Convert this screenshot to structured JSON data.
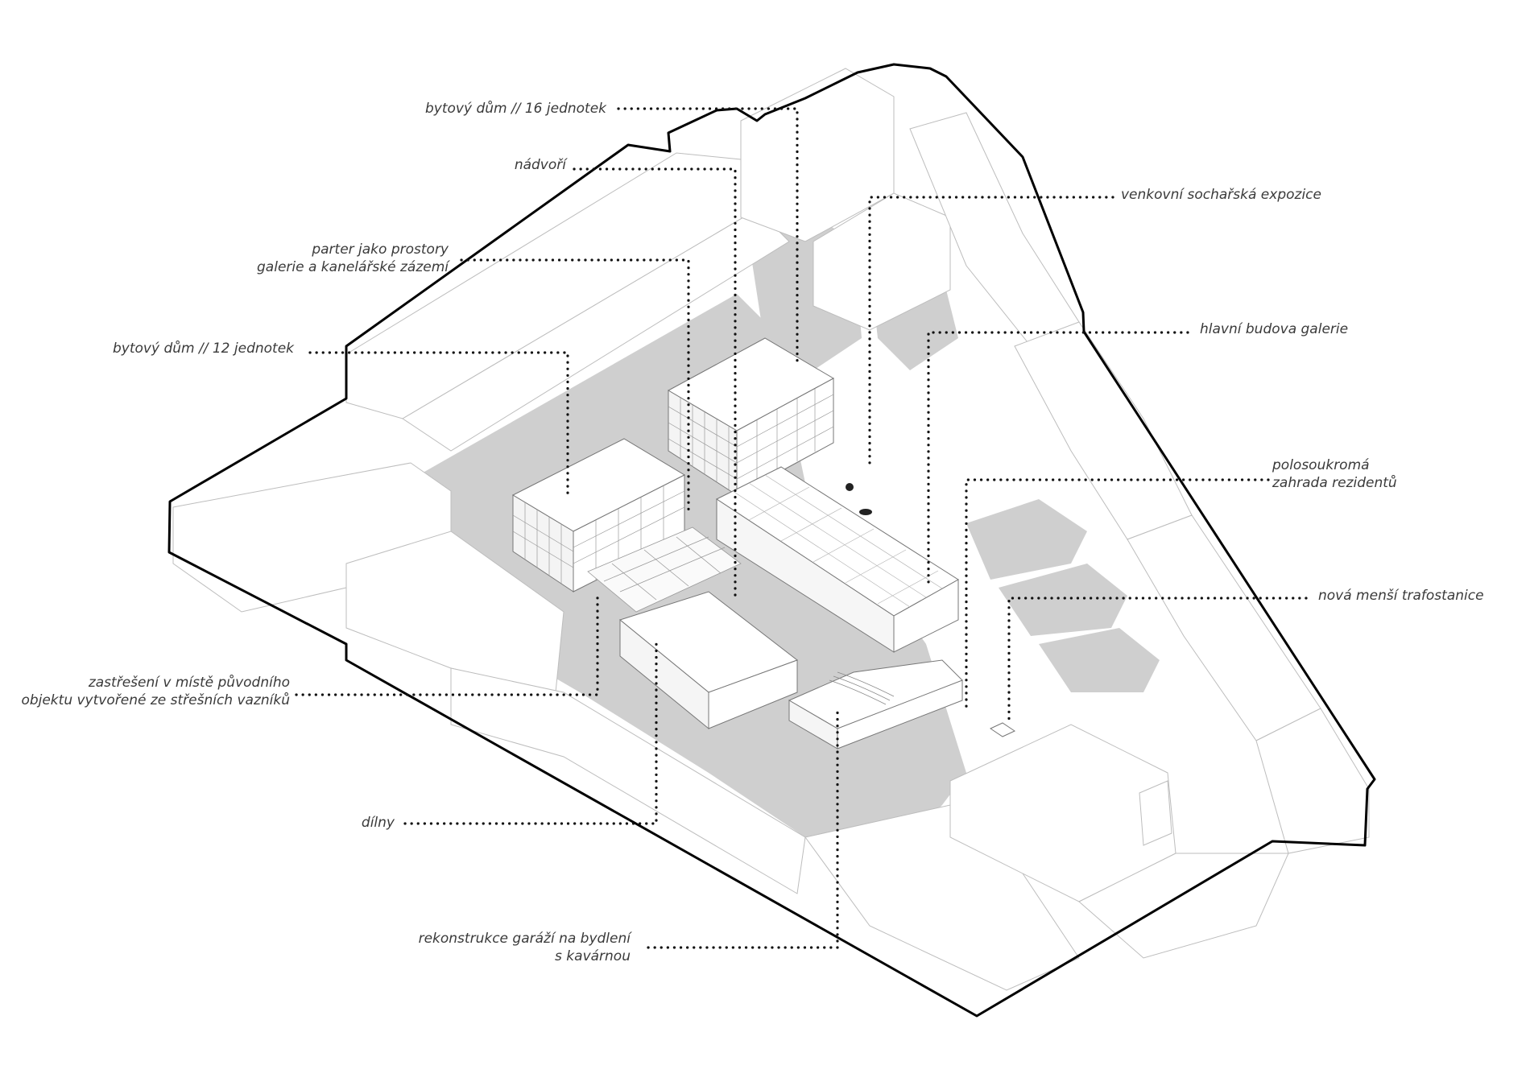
{
  "annotations": {
    "bytovy_dum_16": "bytový dům // 16 jednotek",
    "nadvori": "nádvoří",
    "parter_line1": "parter jako prostory",
    "parter_line2": "galerie a kanelářské zázemí",
    "bytovy_dum_12": "bytový dům // 12 jednotek",
    "zastreseni_line1": "zastřešení v místě původního",
    "zastreseni_line2": "objektu vytvořené ze střešních vazníků",
    "dilny": "dílny",
    "rekonstrukce_line1": "rekonstrukce garáží na bydlení",
    "rekonstrukce_line2": "s kavárnou",
    "venkovni_expozice": "venkovní sochařská expozice",
    "hlavni_budova": "hlavní budova galerie",
    "polosoukroma_line1": "polosoukromá",
    "polosoukroma_line2": "zahrada rezidentů",
    "trafostanice": "nová menší trafostanice"
  },
  "colors": {
    "outline": "#000000",
    "fill_gray": "#cfcfcf",
    "thin_line": "#bdbdbd",
    "leader": "#111111",
    "text": "#3a3a3a"
  }
}
